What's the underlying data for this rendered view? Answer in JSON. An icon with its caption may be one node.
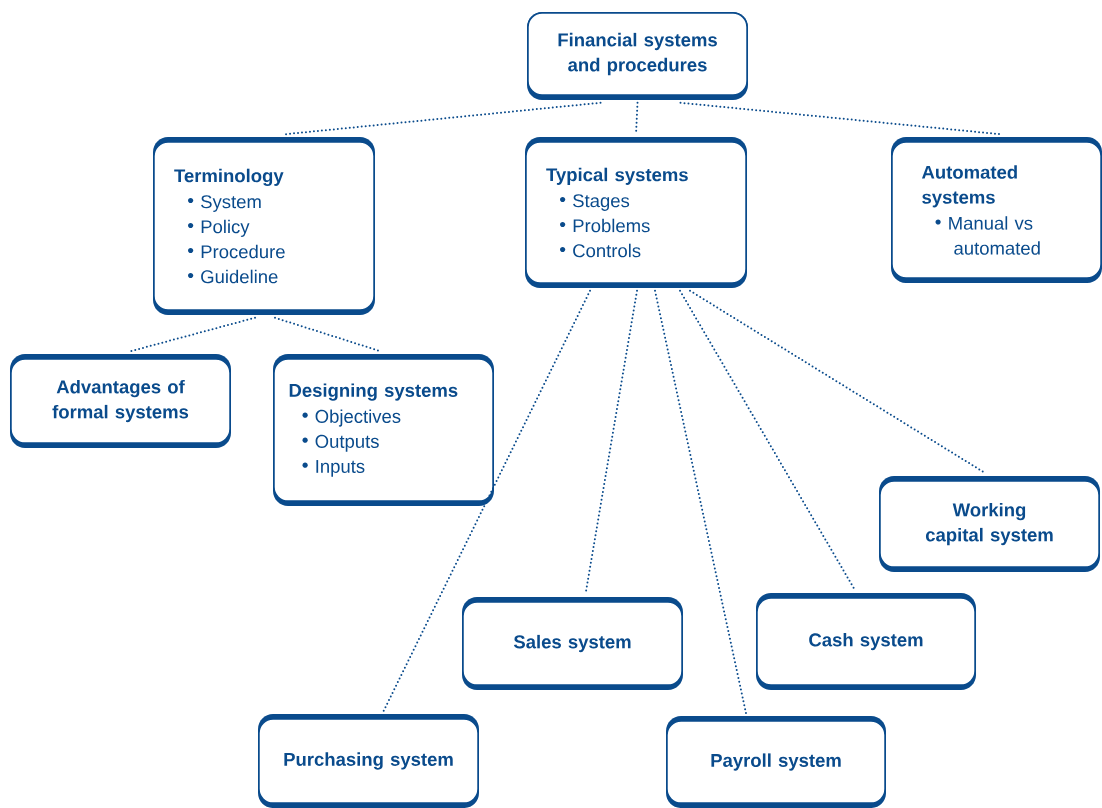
{
  "diagram": {
    "nodes": [
      {
        "text": [
          "Financial systems and procedures"
        ]
      },
      {
        "text": [
          "Terminology",
          "System",
          "Policy",
          "Procedure",
          "Guideline"
        ]
      },
      {
        "text": [
          "Typical systems",
          "Stages",
          "Problems",
          "Controls"
        ]
      },
      {
        "text": [
          "Automated systems",
          "Manual vs automated"
        ]
      },
      {
        "text": [
          "Advantages of formal systems"
        ]
      },
      {
        "text": [
          "Designing systems",
          "Objectives",
          "Outputs",
          "Inputs"
        ]
      },
      {
        "text": [
          "Working capital system"
        ]
      },
      {
        "text": [
          "Sales system"
        ]
      },
      {
        "text": [
          "Cash system"
        ]
      },
      {
        "text": [
          "Purchasing system"
        ]
      },
      {
        "text": [
          "Payroll system"
        ]
      }
    ],
    "edges": [
      {
        "from": 0,
        "to": 1,
        "arrow": "none"
      },
      {
        "from": 0,
        "to": 2,
        "arrow": "none"
      },
      {
        "from": 0,
        "to": 3,
        "arrow": "none"
      },
      {
        "from": 1,
        "to": 4,
        "arrow": "none"
      },
      {
        "from": 1,
        "to": 5,
        "arrow": "none"
      },
      {
        "from": 2,
        "to": 9,
        "arrow": "none"
      },
      {
        "from": 2,
        "to": 7,
        "arrow": "none"
      },
      {
        "from": 2,
        "to": 10,
        "arrow": "none"
      },
      {
        "from": 2,
        "to": 8,
        "arrow": "none"
      },
      {
        "from": 2,
        "to": 6,
        "arrow": "none"
      }
    ]
  }
}
